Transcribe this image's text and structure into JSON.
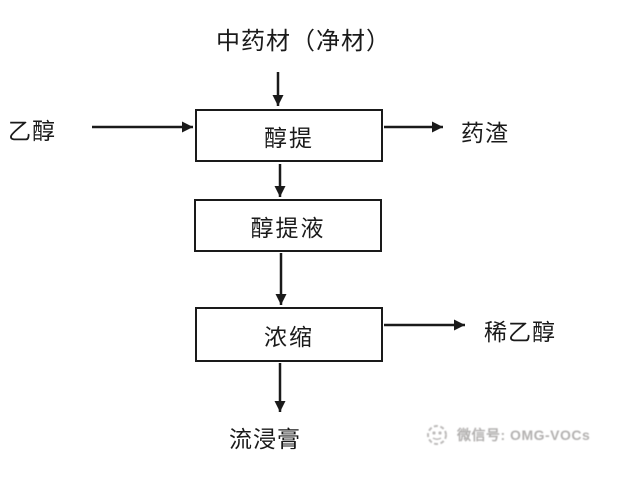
{
  "diagram": {
    "kind": "process-flowchart",
    "nodes": {
      "source": "中药材（净材）",
      "solvent_in": "乙醇",
      "extract_step": "醇提",
      "residue_out": "药渣",
      "extract_liquid": "醇提液",
      "concentrate_step": "浓缩",
      "dilute_ethanol_out": "稀乙醇",
      "fluid_extract_out": "流浸膏"
    },
    "edges": [
      {
        "from": "source",
        "to": "extract_step"
      },
      {
        "from": "solvent_in",
        "to": "extract_step"
      },
      {
        "from": "extract_step",
        "to": "residue_out"
      },
      {
        "from": "extract_step",
        "to": "extract_liquid"
      },
      {
        "from": "extract_liquid",
        "to": "concentrate_step"
      },
      {
        "from": "concentrate_step",
        "to": "dilute_ethanol_out"
      },
      {
        "from": "concentrate_step",
        "to": "fluid_extract_out"
      }
    ]
  },
  "watermark": {
    "label": "微信号: OMG-VOCs"
  },
  "colors": {
    "ink": "#1a1a1a",
    "watermark": "#b3b1b0",
    "bg": "#ffffff"
  }
}
